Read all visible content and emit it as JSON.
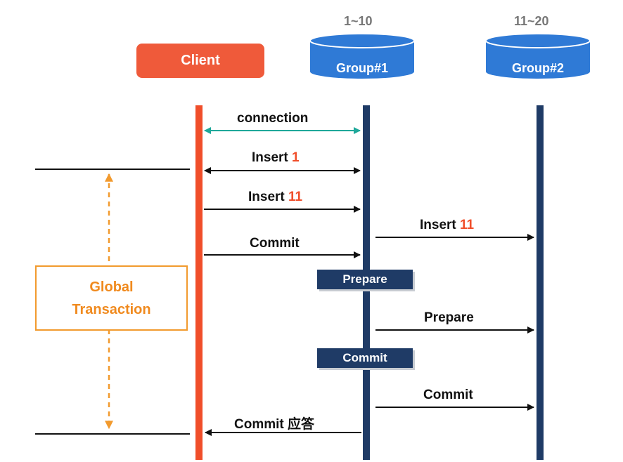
{
  "participants": {
    "client": "Client",
    "group1": "Group#1",
    "group2": "Group#2",
    "group1_range": "1~10",
    "group2_range": "11~20"
  },
  "messages": {
    "connection": "connection",
    "insert1_text": "Insert",
    "insert1_num": "1",
    "insert11_text": "Insert",
    "insert11_num": "11",
    "insert11_g2_text": "Insert",
    "insert11_g2_num": "11",
    "commit_client": "Commit",
    "prepare_g2": "Prepare",
    "commit_g2": "Commit",
    "commit_ack": "Commit 应答"
  },
  "phases": {
    "prepare": "Prepare",
    "commit": "Commit"
  },
  "global_transaction": {
    "line1": "Global",
    "line2": "Transaction"
  },
  "colors": {
    "client": "#ef5a3a",
    "group": "#2f7ad6",
    "lifeline_group": "#1f3b66",
    "connection_arrow": "#1fa89a",
    "accent_number": "#f04e2a",
    "global_transaction": "#f29a2e"
  }
}
